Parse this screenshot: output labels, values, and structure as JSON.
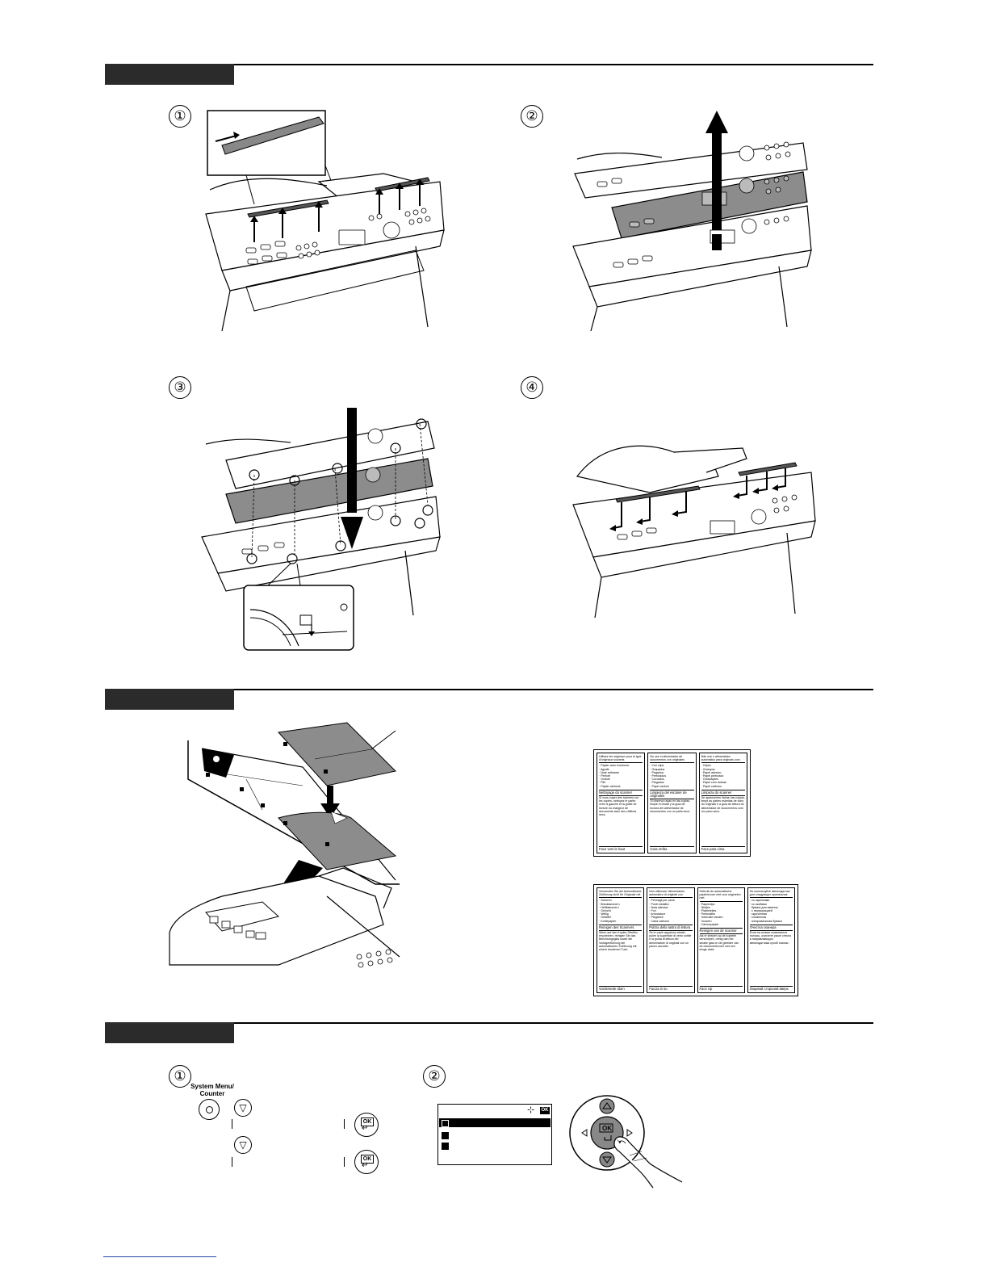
{
  "sections": [
    {
      "id": "section-1"
    },
    {
      "id": "section-2"
    },
    {
      "id": "section-3"
    }
  ],
  "steps_section1": [
    "①",
    "②",
    "③",
    "④"
  ],
  "steps_section3": [
    "①",
    "②"
  ],
  "keys": {
    "system_menu_label_line1": "System Menu/",
    "system_menu_label_line2": "Counter",
    "ok_label": "OK",
    "down_symbol": "▽",
    "up_symbol": "△",
    "left_symbol": "◁",
    "right_symbol": "▷",
    "enter_symbol": "↵"
  },
  "lcd": {
    "ok_badge": "OK",
    "nav_symbol": "⊹"
  },
  "sheet_small": {
    "columns": [
      {
        "header": "Utilisez les originaux pour le type d'originaux suivants",
        "items": [
          "Papier avec trombone",
          "Agrafe",
          "Note adhésive",
          "Perforé",
          "Ondulé",
          "Plié",
          "Papier carbone"
        ],
        "clean_title": "Nettoyage du scanner",
        "clean_text": "Si vous voyez des traînées sur les copies, nettoyez le partie verre à gauche et la guide de lecture du chargeur de documents avec des chiffons secs.",
        "footer": "Face vers le haut"
      },
      {
        "header": "No use el alimentador de documentos con originales",
        "items": [
          "Con clips",
          "Grapados",
          "Pegatina",
          "Perforados",
          "Curvados",
          "Plegados",
          "Papel carbón"
        ],
        "clean_title": "Limpieza del escáner de originales",
        "clean_text": "Si observa rayas en las copias, limpie el cristal y la guía de lectura del alimentador de documentos con un paño seco.",
        "footer": "Cara Arriba"
      },
      {
        "header": "Não use o alimentador automático para originais com",
        "items": [
          "Clipes",
          "Grampos",
          "Papel adesivo",
          "Papel perfurado",
          "Ondulações",
          "Papel com dobras",
          "Papel carbono"
        ],
        "clean_title": "Limpeza do scanner",
        "clean_text": "Se aparecerem listras nas cópias, limpe as partes estreitas de vidro do originais e a guia de leitura do alimentador de documentos com um pano seco.",
        "footer": "Face para cima"
      }
    ]
  },
  "sheet_large": {
    "columns": [
      {
        "header": "Verwenden Sie die Automatische Zuführung nicht für Originale mit",
        "items": [
          "Scheren",
          "Büroklammern",
          "Heftklammern",
          "Gelocht",
          "Wellig",
          "Gefaltet",
          "Kohlepapier"
        ],
        "clean_title": "Reinigen des Scanners",
        "clean_text": "Wenn auf den Kopien Streifen erscheinen, reinigen Sie das Belichtungsglas sowie die Vorlagenführung der automatischen Zuführung mit einem trockenen Tuch.",
        "footer": "Vorderseite oben"
      },
      {
        "header": "Non utilizzare l'alimentatore automatico di originali con",
        "items": [
          "Fermagli per carta",
          "Punti metallici",
          "Nota adesiva",
          "Fori",
          "Arricciature",
          "Piegature",
          "Carta carbone"
        ],
        "clean_title": "Pulizia della lastra di lettura",
        "clean_text": "Se le copie appaiono striate, pulire la superficie di vetro sottile e la guida di lettura del alimentatore di originali con un panno asciutto.",
        "footer": "Faccia in su"
      },
      {
        "header": "Gebruik de automatische papierinvoer niet voor originelen met",
        "items": [
          "Paperclips",
          "Nietjes",
          "Plakbriefjes",
          "Perforaties",
          "Gekrulde randen",
          "Vouwen",
          "Carbonpapier"
        ],
        "clean_title": "Reinigen van de scanner",
        "clean_text": "Als er strepen op de kopieën verschijnen, reinig dan het smalle glas en de geleider van de documentinvoer met een droge doek.",
        "footer": "Face Up"
      },
      {
        "header": "Не используйте автоподатчик для следующих оригиналов",
        "items": [
          "со скрепками",
          "со скобами",
          "бумага для заметок",
          "с перфорацией",
          "скрученная",
          "сложенная",
          "копировальная бумага"
        ],
        "clean_title": "Очистка сканера",
        "clean_text": "Если на копиях появляются полосы, очистите узкое стекло и направляющую автоподатчика сухой тканью.",
        "footer": "Лицевой стороной вверх"
      }
    ]
  }
}
